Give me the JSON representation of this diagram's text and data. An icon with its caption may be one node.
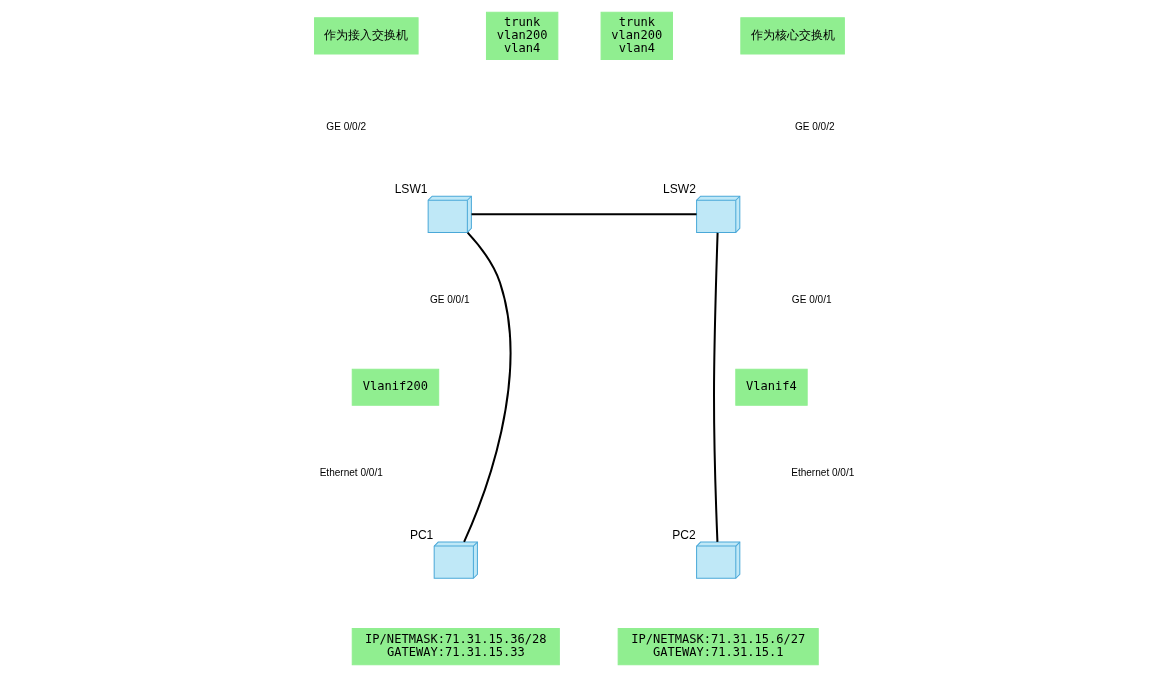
{
  "diagram": {
    "nodes": [
      {
        "text": [],
        "shape": "picture",
        "beside": [
          "LSW1"
        ]
      },
      {
        "text": [],
        "shape": "picture",
        "beside": [
          "LSW2"
        ]
      },
      {
        "text": [],
        "shape": "picture",
        "beside": [
          "PC1"
        ]
      },
      {
        "text": [],
        "shape": "picture",
        "beside": [
          "PC2"
        ]
      },
      {
        "text": [
          "trunk",
          "vlan200",
          "vlan4"
        ]
      },
      {
        "text": [
          "trunk",
          "vlan200",
          "vlan4"
        ]
      },
      {
        "text": [
          "作为接入交换机"
        ]
      },
      {
        "text": [
          "作为核心交换机"
        ]
      },
      {
        "text": [
          "Vlanif200"
        ]
      },
      {
        "text": [
          "Vlanif4"
        ]
      },
      {
        "text": [
          "IP/NETMASK:71.31.15.36/28",
          "GATEWAY:71.31.15.33"
        ]
      },
      {
        "text": [
          "IP/NETMASK:71.31.15.6/27",
          "GATEWAY:71.31.15.1"
        ]
      }
    ],
    "edges": [
      {
        "from": 0,
        "to": 1,
        "arrow": "none"
      },
      {
        "from": 0,
        "to": 2,
        "arrow": "none"
      },
      {
        "from": 1,
        "to": 3,
        "arrow": "none"
      }
    ],
    "labels": [
      "GE 0/0/2",
      "GE 0/0/2",
      "GE 0/0/1",
      "GE 0/0/1",
      "Ethernet 0/0/1",
      "Ethernet 0/0/1"
    ]
  }
}
